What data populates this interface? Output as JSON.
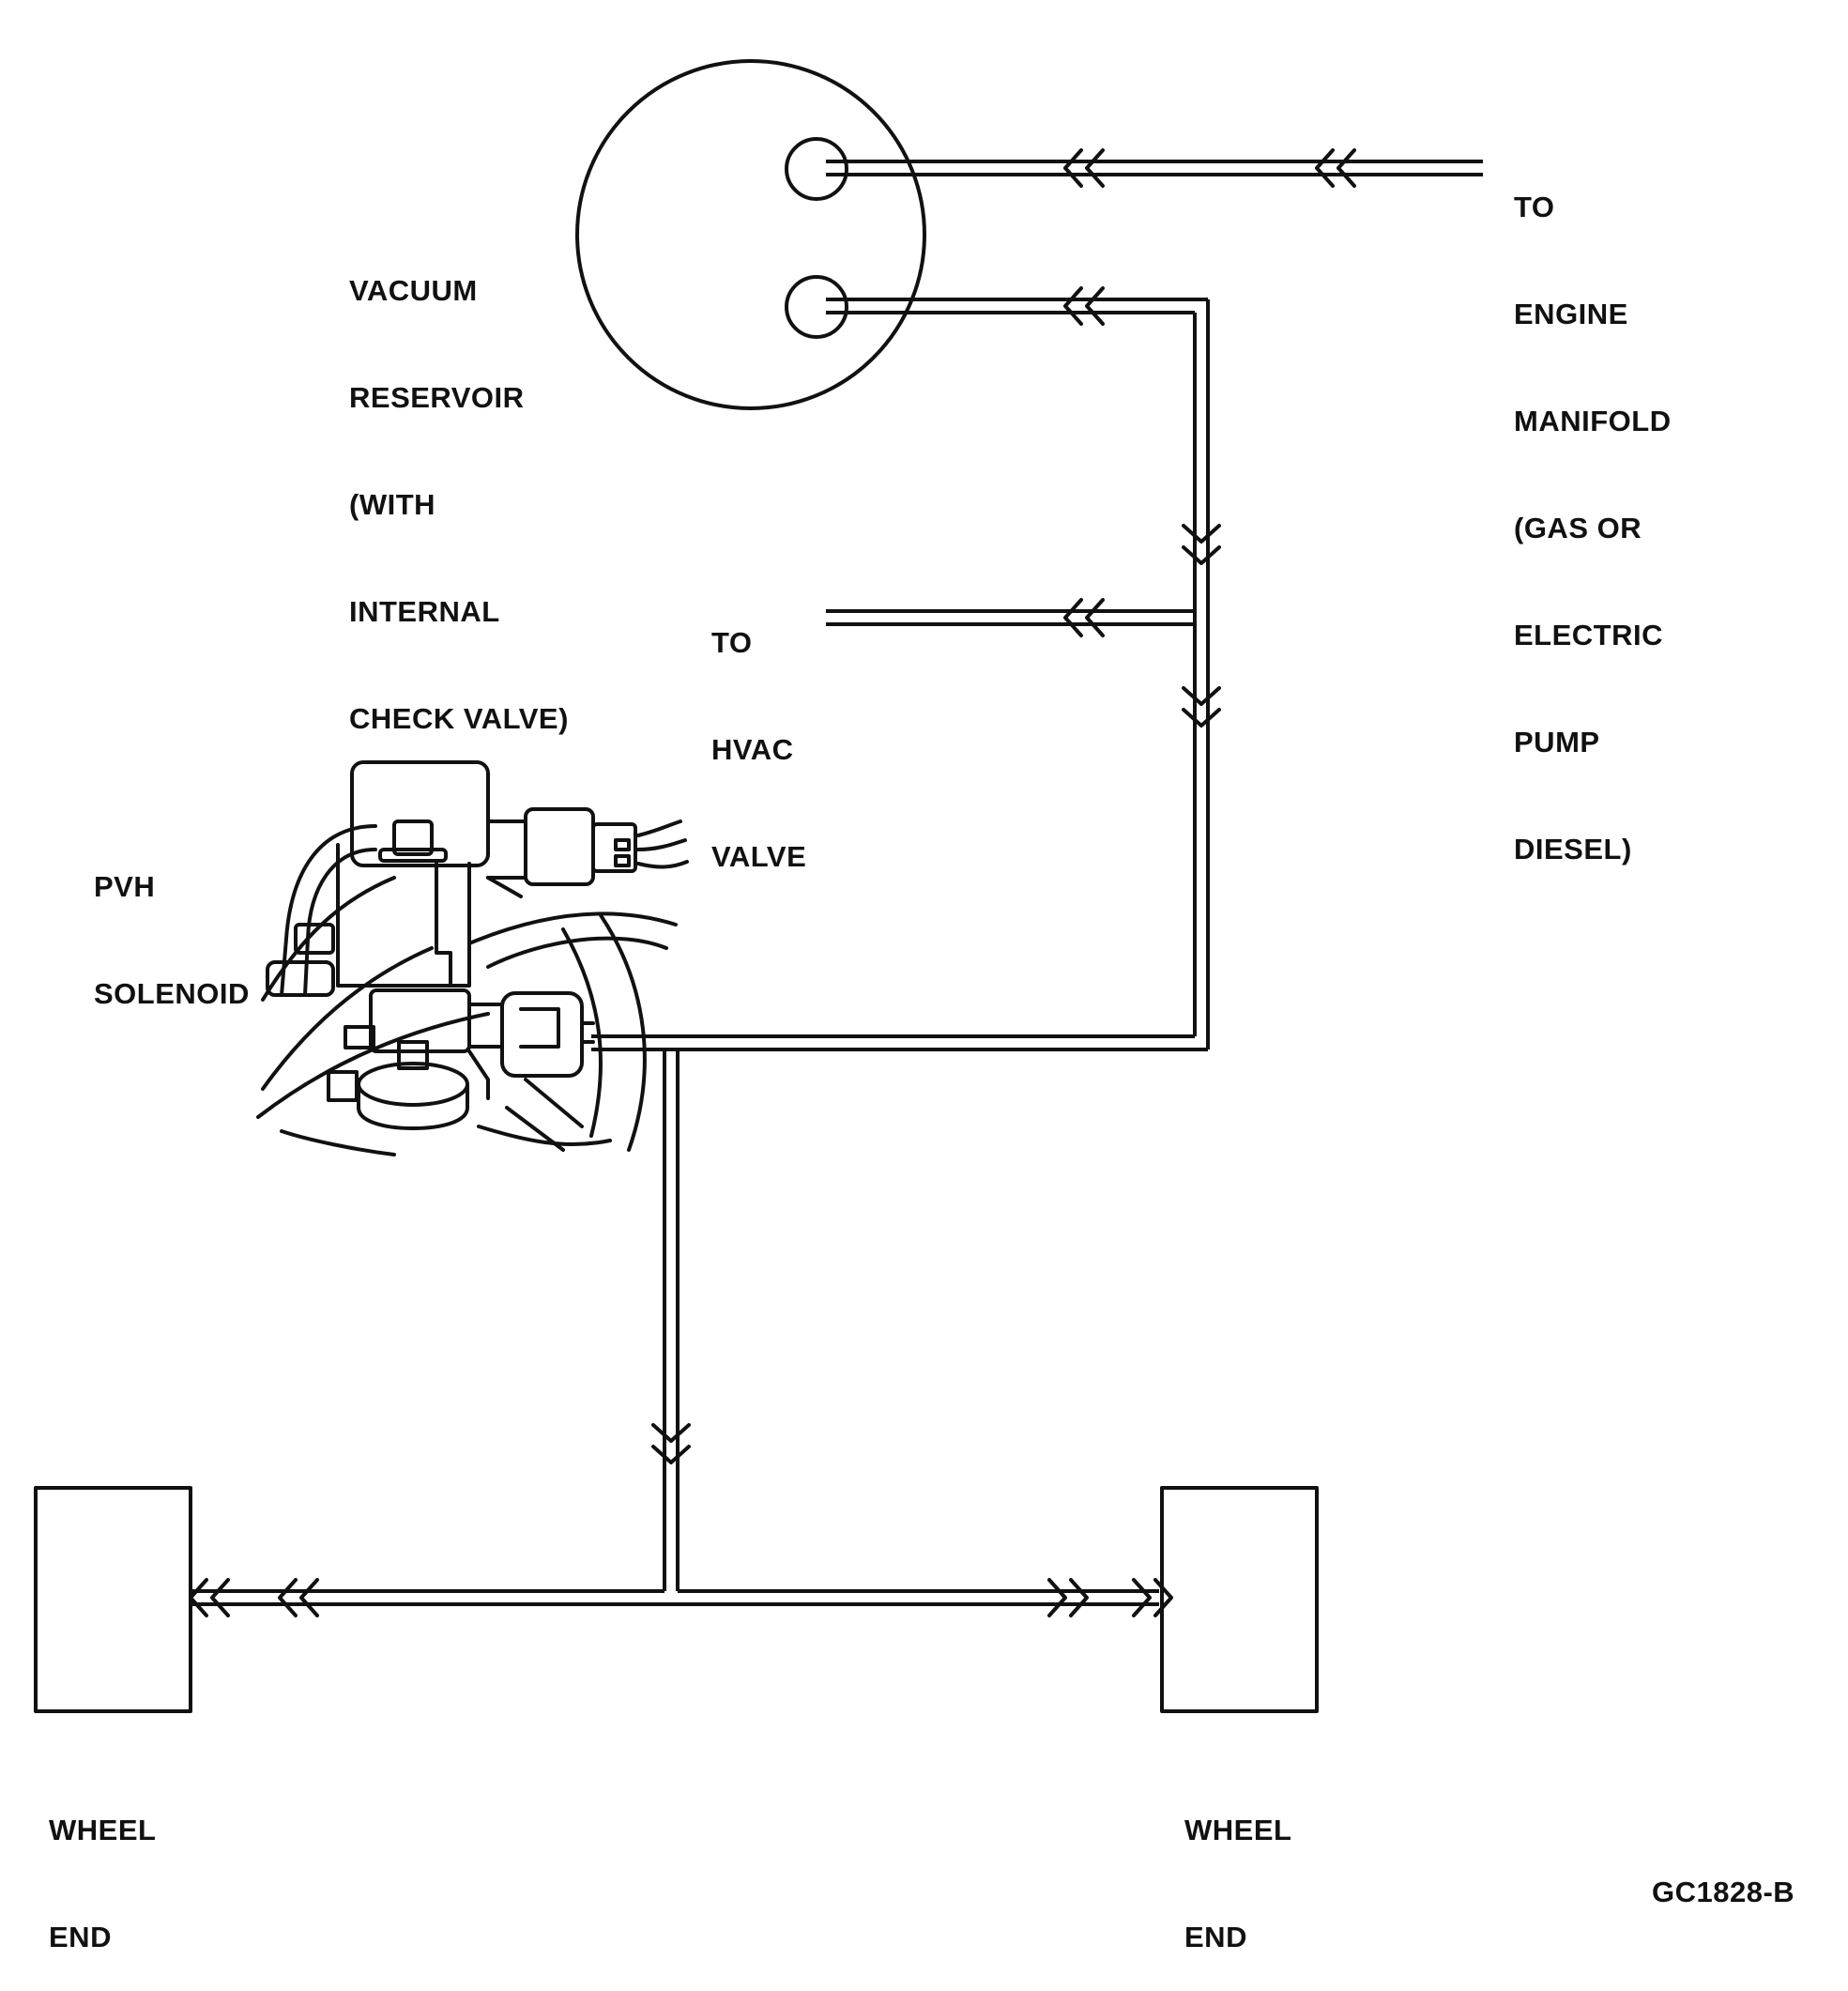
{
  "labels": {
    "vacuum_reservoir": [
      "VACUUM",
      "RESERVOIR",
      "(WITH",
      "INTERNAL",
      "CHECK VALVE)"
    ],
    "engine_manifold": [
      "TO",
      "ENGINE",
      "MANIFOLD",
      "(GAS OR",
      "ELECTRIC",
      "PUMP",
      "DIESEL)"
    ],
    "hvac_valve": [
      "TO",
      "HVAC",
      "VALVE"
    ],
    "pvh_solenoid": [
      "PVH",
      "SOLENOID"
    ],
    "wheel_end_left": [
      "WHEEL",
      "END"
    ],
    "wheel_end_right": [
      "WHEEL",
      "END"
    ],
    "figure_code": "GC1828-B"
  },
  "colors": {
    "line": "#111111",
    "background": "#ffffff"
  }
}
